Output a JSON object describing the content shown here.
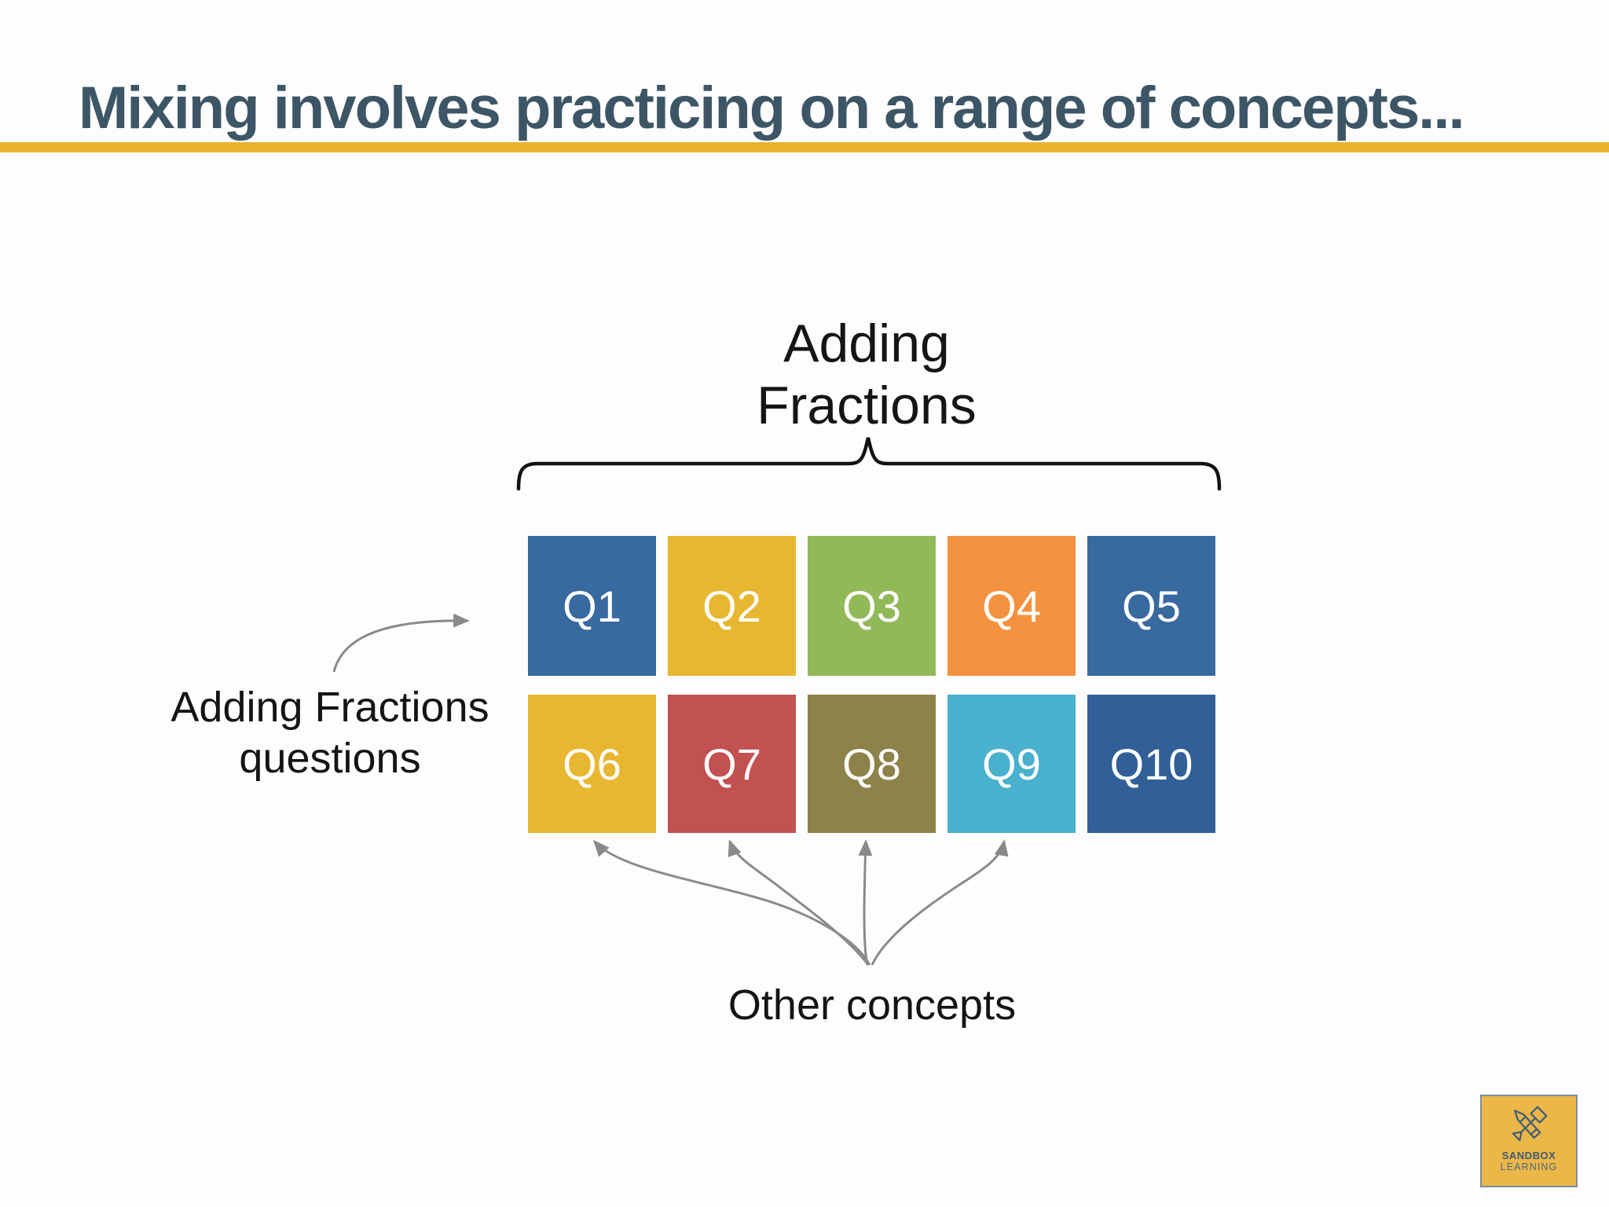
{
  "slide": {
    "title": "Mixing involves practicing on a range of concepts...",
    "title_color": "#3d5666",
    "accent_color": "#e9b32a",
    "background_color": "#fdfdfd"
  },
  "diagram": {
    "group_label": "Adding Fractions",
    "left_caption": "Adding Fractions questions",
    "bottom_caption": "Other concepts",
    "arrow_color": "#8a8a8a",
    "brace_color": "#111111",
    "cells": [
      {
        "label": "Q1",
        "color": "#38699f"
      },
      {
        "label": "Q2",
        "color": "#e8b731"
      },
      {
        "label": "Q3",
        "color": "#92b958"
      },
      {
        "label": "Q4",
        "color": "#f4913e"
      },
      {
        "label": "Q5",
        "color": "#38699f"
      },
      {
        "label": "Q6",
        "color": "#e8b731"
      },
      {
        "label": "Q7",
        "color": "#c25152"
      },
      {
        "label": "Q8",
        "color": "#8d8249"
      },
      {
        "label": "Q9",
        "color": "#49b1cd"
      },
      {
        "label": "Q10",
        "color": "#315f97"
      }
    ]
  },
  "logo": {
    "line1": "SANDBOX",
    "line2": "LEARNING",
    "bg_color": "#ebb748",
    "fg_color": "#3c5a74"
  }
}
